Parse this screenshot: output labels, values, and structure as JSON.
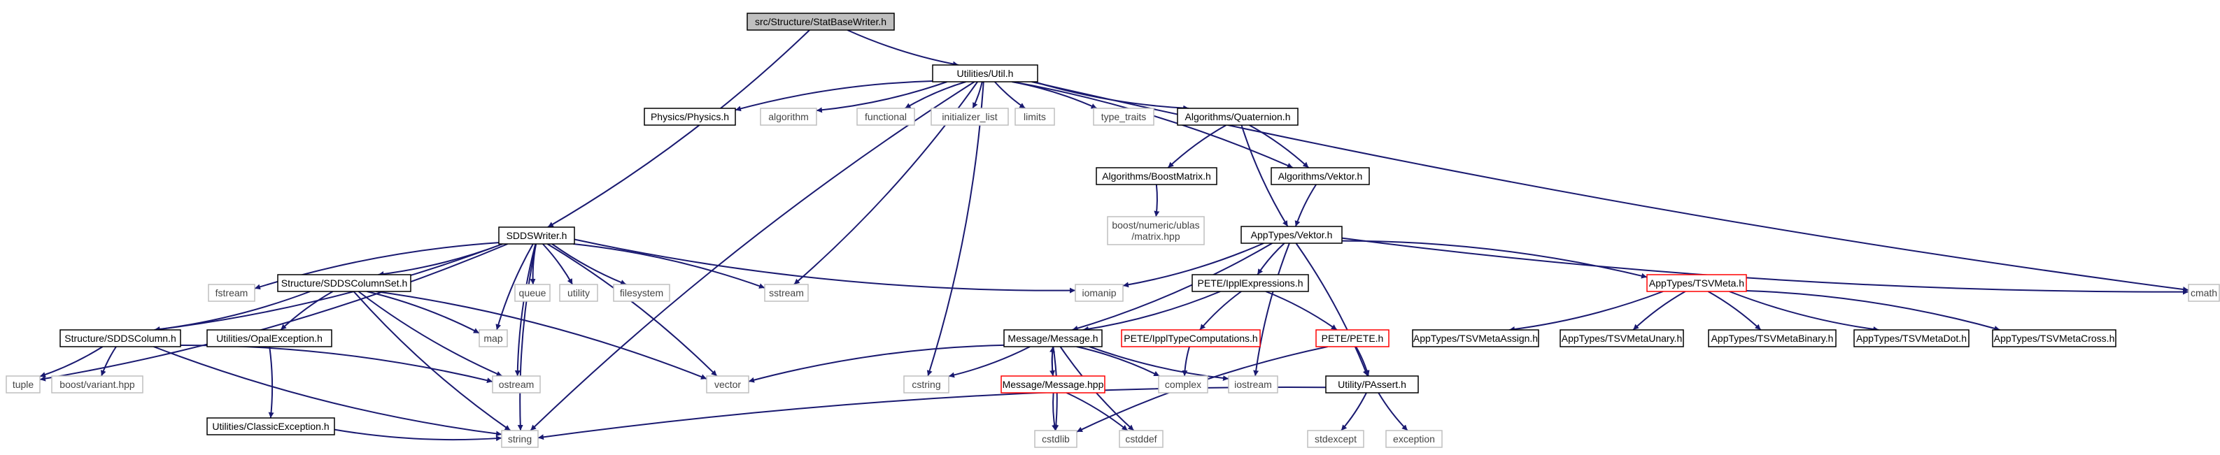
{
  "colors": {
    "edge": "#191970",
    "box_normal": "#000000",
    "box_leaf": "#bfbfbf",
    "box_truncated": "#ff0000",
    "box_focus_fill": "#bfbfbf",
    "text_normal": "#000000",
    "text_leaf": "#444444"
  },
  "nodes": [
    {
      "id": "statbase",
      "label": "src/Structure/StatBaseWriter.h",
      "kind": "focus"
    },
    {
      "id": "util",
      "label": "Utilities/Util.h",
      "kind": "normal"
    },
    {
      "id": "sdds_writer",
      "label": "SDDSWriter.h",
      "kind": "normal"
    },
    {
      "id": "physics",
      "label": "Physics/Physics.h",
      "kind": "normal"
    },
    {
      "id": "algorithm",
      "label": "algorithm",
      "kind": "leaf"
    },
    {
      "id": "functional",
      "label": "functional",
      "kind": "leaf"
    },
    {
      "id": "initializer_list",
      "label": "initializer_list",
      "kind": "leaf"
    },
    {
      "id": "limits",
      "label": "limits",
      "kind": "leaf"
    },
    {
      "id": "type_traits",
      "label": "type_traits",
      "kind": "leaf"
    },
    {
      "id": "quaternion",
      "label": "Algorithms/Quaternion.h",
      "kind": "normal"
    },
    {
      "id": "boostmatrix",
      "label": "Algorithms/BoostMatrix.h",
      "kind": "normal"
    },
    {
      "id": "alg_vektor",
      "label": "Algorithms/Vektor.h",
      "kind": "normal"
    },
    {
      "id": "boost_ublas",
      "label": "boost/numeric/ublas\n/matrix.hpp",
      "kind": "leaf"
    },
    {
      "id": "app_vektor",
      "label": "AppTypes/Vektor.h",
      "kind": "normal"
    },
    {
      "id": "fstream",
      "label": "fstream",
      "kind": "leaf"
    },
    {
      "id": "columnset",
      "label": "Structure/SDDSColumnSet.h",
      "kind": "normal"
    },
    {
      "id": "queue",
      "label": "queue",
      "kind": "leaf"
    },
    {
      "id": "utility",
      "label": "utility",
      "kind": "leaf"
    },
    {
      "id": "filesystem",
      "label": "filesystem",
      "kind": "leaf"
    },
    {
      "id": "sstream",
      "label": "sstream",
      "kind": "leaf"
    },
    {
      "id": "iomanip",
      "label": "iomanip",
      "kind": "leaf"
    },
    {
      "id": "ippl_expr",
      "label": "PETE/IpplExpressions.h",
      "kind": "normal"
    },
    {
      "id": "tsvmeta",
      "label": "AppTypes/TSVMeta.h",
      "kind": "truncated"
    },
    {
      "id": "cmath",
      "label": "cmath",
      "kind": "leaf"
    },
    {
      "id": "sdds_column",
      "label": "Structure/SDDSColumn.h",
      "kind": "normal"
    },
    {
      "id": "opal_exc",
      "label": "Utilities/OpalException.h",
      "kind": "normal"
    },
    {
      "id": "map",
      "label": "map",
      "kind": "leaf"
    },
    {
      "id": "message_h",
      "label": "Message/Message.h",
      "kind": "normal"
    },
    {
      "id": "ippl_type",
      "label": "PETE/IpplTypeComputations.h",
      "kind": "truncated"
    },
    {
      "id": "pete",
      "label": "PETE/PETE.h",
      "kind": "truncated"
    },
    {
      "id": "tsv_assign",
      "label": "AppTypes/TSVMetaAssign.h",
      "kind": "normal"
    },
    {
      "id": "tsv_unary",
      "label": "AppTypes/TSVMetaUnary.h",
      "kind": "normal"
    },
    {
      "id": "tsv_binary",
      "label": "AppTypes/TSVMetaBinary.h",
      "kind": "normal"
    },
    {
      "id": "tsv_dot",
      "label": "AppTypes/TSVMetaDot.h",
      "kind": "normal"
    },
    {
      "id": "tsv_cross",
      "label": "AppTypes/TSVMetaCross.h",
      "kind": "normal"
    },
    {
      "id": "tuple",
      "label": "tuple",
      "kind": "leaf"
    },
    {
      "id": "boost_variant",
      "label": "boost/variant.hpp",
      "kind": "leaf"
    },
    {
      "id": "ostream",
      "label": "ostream",
      "kind": "leaf"
    },
    {
      "id": "classic_exc",
      "label": "Utilities/ClassicException.h",
      "kind": "normal"
    },
    {
      "id": "vector",
      "label": "vector",
      "kind": "leaf"
    },
    {
      "id": "cstring",
      "label": "cstring",
      "kind": "leaf"
    },
    {
      "id": "message_hpp",
      "label": "Message/Message.hpp",
      "kind": "truncated"
    },
    {
      "id": "complex",
      "label": "complex",
      "kind": "leaf"
    },
    {
      "id": "iostream",
      "label": "iostream",
      "kind": "leaf"
    },
    {
      "id": "passert",
      "label": "Utility/PAssert.h",
      "kind": "normal"
    },
    {
      "id": "string",
      "label": "string",
      "kind": "leaf"
    },
    {
      "id": "cstdlib",
      "label": "cstdlib",
      "kind": "leaf"
    },
    {
      "id": "cstddef",
      "label": "cstddef",
      "kind": "leaf"
    },
    {
      "id": "stdexcept",
      "label": "stdexcept",
      "kind": "leaf"
    },
    {
      "id": "exception",
      "label": "exception",
      "kind": "leaf"
    }
  ],
  "edges": [
    [
      "statbase",
      "util"
    ],
    [
      "statbase",
      "sdds_writer"
    ],
    [
      "util",
      "physics"
    ],
    [
      "util",
      "algorithm"
    ],
    [
      "util",
      "functional"
    ],
    [
      "util",
      "initializer_list"
    ],
    [
      "util",
      "limits"
    ],
    [
      "util",
      "type_traits"
    ],
    [
      "util",
      "quaternion"
    ],
    [
      "util",
      "alg_vektor"
    ],
    [
      "util",
      "cmath"
    ],
    [
      "util",
      "sstream"
    ],
    [
      "util",
      "string"
    ],
    [
      "util",
      "cstring"
    ],
    [
      "quaternion",
      "boostmatrix"
    ],
    [
      "quaternion",
      "alg_vektor"
    ],
    [
      "quaternion",
      "app_vektor"
    ],
    [
      "boostmatrix",
      "boost_ublas"
    ],
    [
      "alg_vektor",
      "app_vektor"
    ],
    [
      "app_vektor",
      "iomanip"
    ],
    [
      "app_vektor",
      "ippl_expr"
    ],
    [
      "app_vektor",
      "tsvmeta"
    ],
    [
      "app_vektor",
      "cmath"
    ],
    [
      "app_vektor",
      "message_h"
    ],
    [
      "app_vektor",
      "iostream"
    ],
    [
      "app_vektor",
      "passert"
    ],
    [
      "sdds_writer",
      "fstream"
    ],
    [
      "sdds_writer",
      "columnset"
    ],
    [
      "sdds_writer",
      "queue"
    ],
    [
      "sdds_writer",
      "utility"
    ],
    [
      "sdds_writer",
      "filesystem"
    ],
    [
      "sdds_writer",
      "sstream"
    ],
    [
      "sdds_writer",
      "iomanip"
    ],
    [
      "sdds_writer",
      "sdds_column"
    ],
    [
      "sdds_writer",
      "map"
    ],
    [
      "sdds_writer",
      "tuple"
    ],
    [
      "sdds_writer",
      "ostream"
    ],
    [
      "sdds_writer",
      "vector"
    ],
    [
      "sdds_writer",
      "string"
    ],
    [
      "columnset",
      "sdds_column"
    ],
    [
      "columnset",
      "opal_exc"
    ],
    [
      "columnset",
      "map"
    ],
    [
      "columnset",
      "ostream"
    ],
    [
      "columnset",
      "vector"
    ],
    [
      "columnset",
      "string"
    ],
    [
      "sdds_column",
      "tuple"
    ],
    [
      "sdds_column",
      "boost_variant"
    ],
    [
      "sdds_column",
      "ostream"
    ],
    [
      "sdds_column",
      "string"
    ],
    [
      "opal_exc",
      "classic_exc"
    ],
    [
      "classic_exc",
      "string"
    ],
    [
      "ippl_expr",
      "message_h"
    ],
    [
      "ippl_expr",
      "ippl_type"
    ],
    [
      "ippl_expr",
      "pete"
    ],
    [
      "ippl_type",
      "complex"
    ],
    [
      "pete",
      "passert"
    ],
    [
      "pete",
      "cstdlib"
    ],
    [
      "tsvmeta",
      "tsv_assign"
    ],
    [
      "tsvmeta",
      "tsv_unary"
    ],
    [
      "tsvmeta",
      "tsv_binary"
    ],
    [
      "tsvmeta",
      "tsv_dot"
    ],
    [
      "tsvmeta",
      "tsv_cross"
    ],
    [
      "message_h",
      "vector"
    ],
    [
      "message_h",
      "cstring"
    ],
    [
      "message_h",
      "message_hpp"
    ],
    [
      "message_h",
      "complex"
    ],
    [
      "message_h",
      "iostream"
    ],
    [
      "message_h",
      "cstdlib"
    ],
    [
      "message_h",
      "cstddef"
    ],
    [
      "message_hpp",
      "message_h"
    ],
    [
      "message_hpp",
      "cstdlib"
    ],
    [
      "message_hpp",
      "cstddef"
    ],
    [
      "passert",
      "string"
    ],
    [
      "passert",
      "stdexcept"
    ],
    [
      "passert",
      "exception"
    ]
  ]
}
